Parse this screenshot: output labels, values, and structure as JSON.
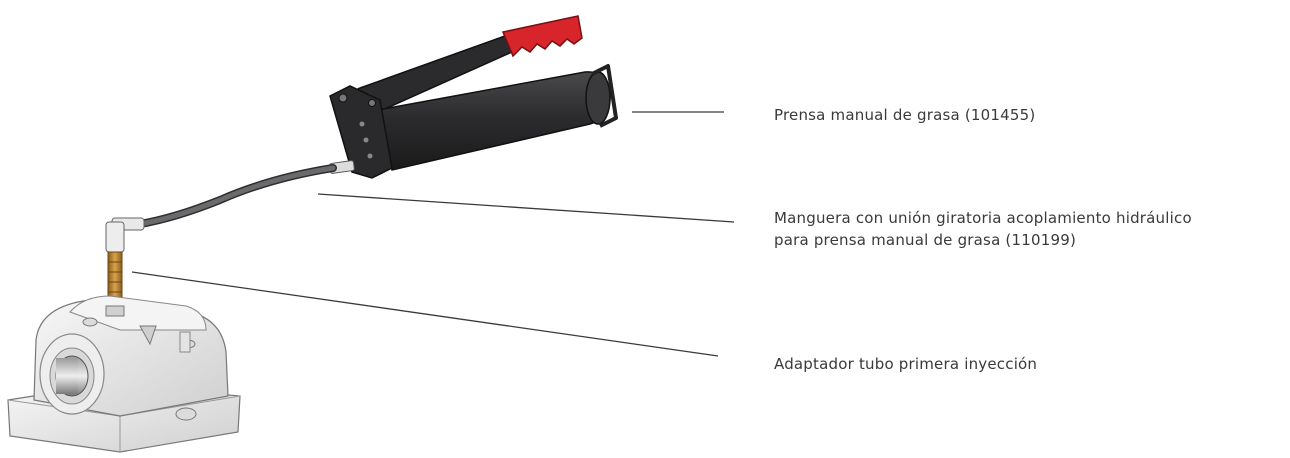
{
  "callouts": {
    "grease_gun": "Prensa manual de grasa (101455)",
    "hose_line1": "Manguera con unión giratoria acoplamiento hidráulico",
    "hose_line2": "para prensa manual de grasa (110199)",
    "adapter": "Adaptador tubo primera inyección"
  },
  "colors": {
    "handle_grip": "#d8252b",
    "gun_body": "#2e2e30",
    "hose": "#5a5a5c",
    "fitting_brass": "#b7812f",
    "bearing_housing": "#e9e9e9",
    "leader_line": "#3a3a3a",
    "text": "#3a3a3a"
  }
}
